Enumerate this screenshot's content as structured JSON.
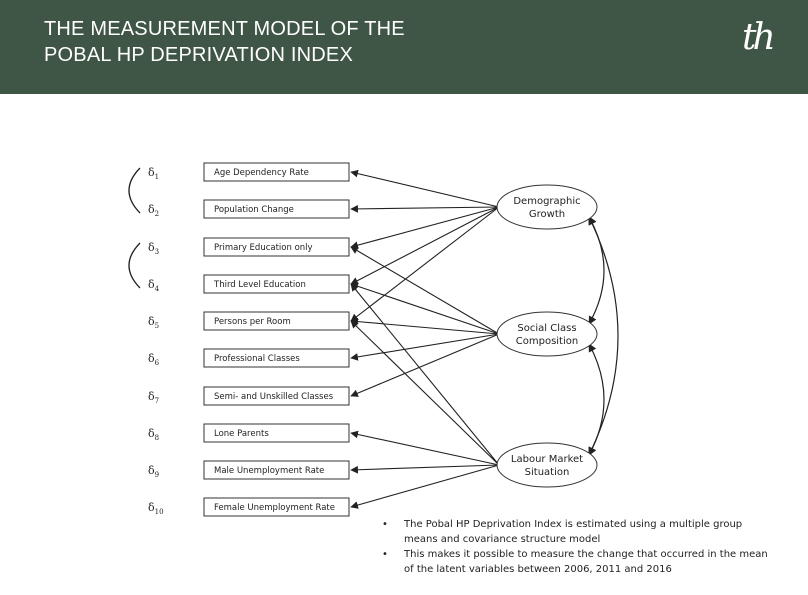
{
  "header": {
    "title_line1": "THE MEASUREMENT MODEL OF THE",
    "title_line2": "POBAL HP DEPRIVATION INDEX",
    "logo_text": "th",
    "bg_color": "#3f5545"
  },
  "diagram": {
    "errors": [
      {
        "symbol": "δ",
        "sub": "1"
      },
      {
        "symbol": "δ",
        "sub": "2"
      },
      {
        "symbol": "δ",
        "sub": "3"
      },
      {
        "symbol": "δ",
        "sub": "4"
      },
      {
        "symbol": "δ",
        "sub": "5"
      },
      {
        "symbol": "δ",
        "sub": "6"
      },
      {
        "symbol": "δ",
        "sub": "7"
      },
      {
        "symbol": "δ",
        "sub": "8"
      },
      {
        "symbol": "δ",
        "sub": "9"
      },
      {
        "symbol": "δ",
        "sub": "10"
      }
    ],
    "observed": [
      "Age Dependency Rate",
      "Population Change",
      "Primary Education only",
      "Third Level Education",
      "Persons per Room",
      "Professional Classes",
      "Semi- and Unskilled Classes",
      "Lone Parents",
      "Male Unemployment Rate",
      "Female Unemployment Rate"
    ],
    "latent": [
      {
        "line1": "Demographic",
        "line2": "Growth"
      },
      {
        "line1": "Social Class",
        "line2": "Composition"
      },
      {
        "line1": "Labour Market",
        "line2": "Situation"
      }
    ],
    "loadings": [
      {
        "latent": 0,
        "observed": [
          0,
          1,
          2,
          3,
          4
        ]
      },
      {
        "latent": 1,
        "observed": [
          2,
          3,
          4,
          5,
          6
        ]
      },
      {
        "latent": 2,
        "observed": [
          3,
          4,
          7,
          8,
          9
        ]
      }
    ],
    "error_covariances": [
      [
        0,
        1
      ],
      [
        2,
        3
      ]
    ],
    "latent_covariances": [
      [
        0,
        1
      ],
      [
        1,
        2
      ],
      [
        0,
        2
      ]
    ]
  },
  "notes": {
    "bullet": "•",
    "items": [
      "The Pobal HP Deprivation Index is estimated using a multiple group means and covariance structure model",
      "This makes it possible to measure the change that occurred in the mean of the latent variables between 2006, 2011 and 2016"
    ]
  }
}
